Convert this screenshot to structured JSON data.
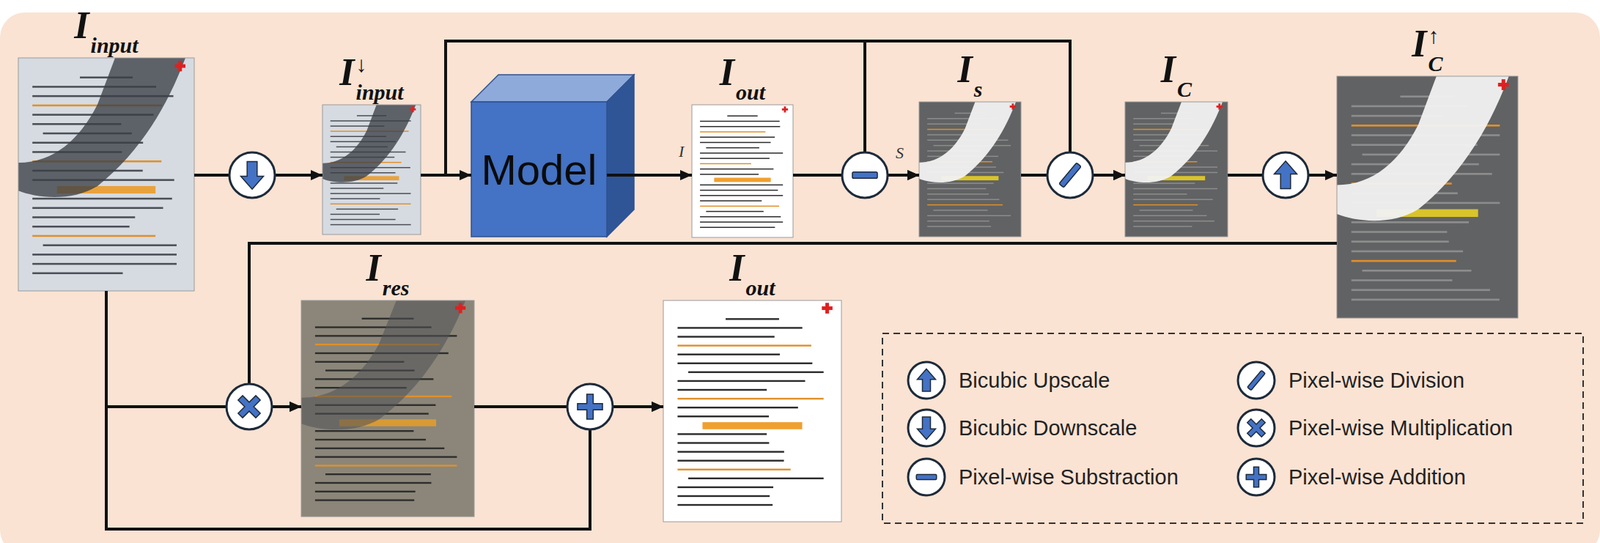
{
  "diagram": {
    "nodes": [
      {
        "text": [
          "I",
          "input"
        ]
      },
      {
        "text": [
          "I",
          "↓",
          "input"
        ]
      },
      {
        "text": [
          "Model"
        ]
      },
      {
        "text": [
          "I",
          "out"
        ]
      },
      {
        "text": [
          "I",
          "s"
        ]
      },
      {
        "text": [
          "I",
          "C"
        ]
      },
      {
        "text": [
          "I",
          "↑",
          "C"
        ]
      },
      {
        "text": [
          "I",
          "res"
        ]
      },
      {
        "text": [
          "I",
          "out"
        ]
      }
    ],
    "edges": [
      {
        "from": 0,
        "to": 1,
        "arrow": "to"
      },
      {
        "from": 1,
        "to": 2,
        "arrow": "to"
      },
      {
        "from": 2,
        "to": 3,
        "arrow": "to"
      },
      {
        "from": 1,
        "to": 4,
        "arrow": "to"
      },
      {
        "from": 3,
        "to": 4,
        "arrow": "to"
      },
      {
        "from": 1,
        "to": 5,
        "arrow": "to"
      },
      {
        "from": 4,
        "to": 5,
        "arrow": "to"
      },
      {
        "from": 5,
        "to": 6,
        "arrow": "to"
      },
      {
        "from": 6,
        "to": 7,
        "arrow": "to"
      },
      {
        "from": 0,
        "to": 7,
        "arrow": "to"
      },
      {
        "from": 7,
        "to": 8,
        "arrow": "to"
      },
      {
        "from": 0,
        "to": 8,
        "arrow": "to"
      }
    ],
    "labels": [
      "I",
      "S"
    ],
    "legend": [
      {
        "text": "Bicubic Upscale"
      },
      {
        "text": "Pixel-wise Division"
      },
      {
        "text": "Bicubic Downscale"
      },
      {
        "text": "Pixel-wise Multiplication"
      },
      {
        "text": "Pixel-wise Substraction"
      },
      {
        "text": "Pixel-wise Addition"
      }
    ]
  }
}
